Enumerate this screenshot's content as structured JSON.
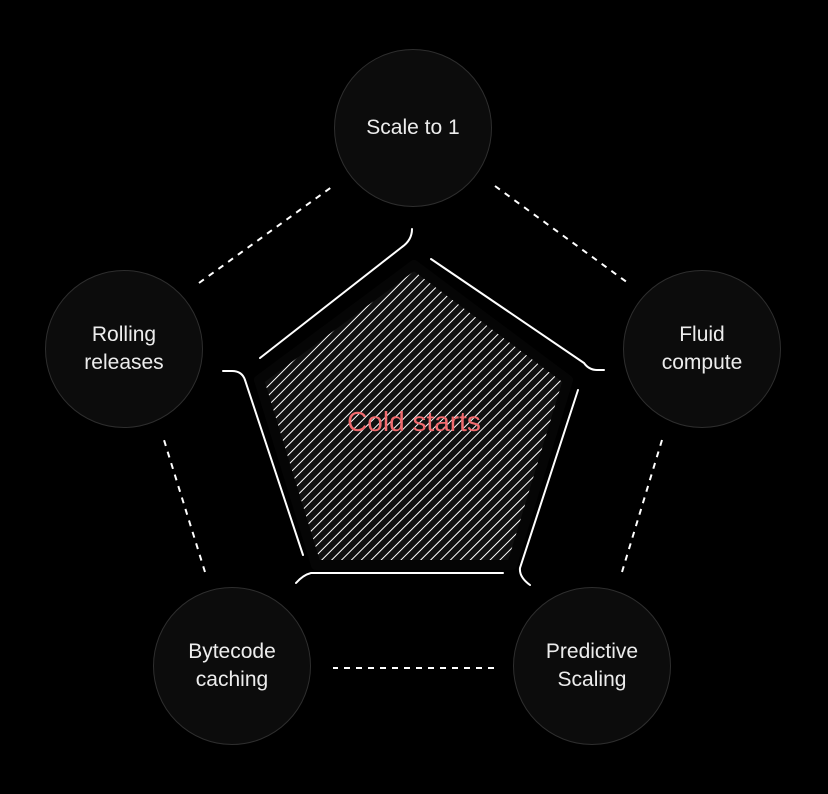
{
  "diagram": {
    "center": {
      "label": "Cold starts",
      "color": "#f26b6f"
    },
    "nodes": [
      {
        "id": "scale-to-1",
        "label": "Scale to 1"
      },
      {
        "id": "fluid-compute",
        "label": "Fluid\ncompute"
      },
      {
        "id": "predictive-scaling",
        "label": "Predictive\nScaling"
      },
      {
        "id": "bytecode-caching",
        "label": "Bytecode\ncaching"
      },
      {
        "id": "rolling-releases",
        "label": "Rolling\nreleases"
      }
    ],
    "colors": {
      "background": "#000000",
      "node_fill": "#0c0c0c",
      "node_border": "#2e2e2e",
      "node_text": "#ededed",
      "line": "#ffffff",
      "pentagon_fill": "#141414"
    }
  }
}
